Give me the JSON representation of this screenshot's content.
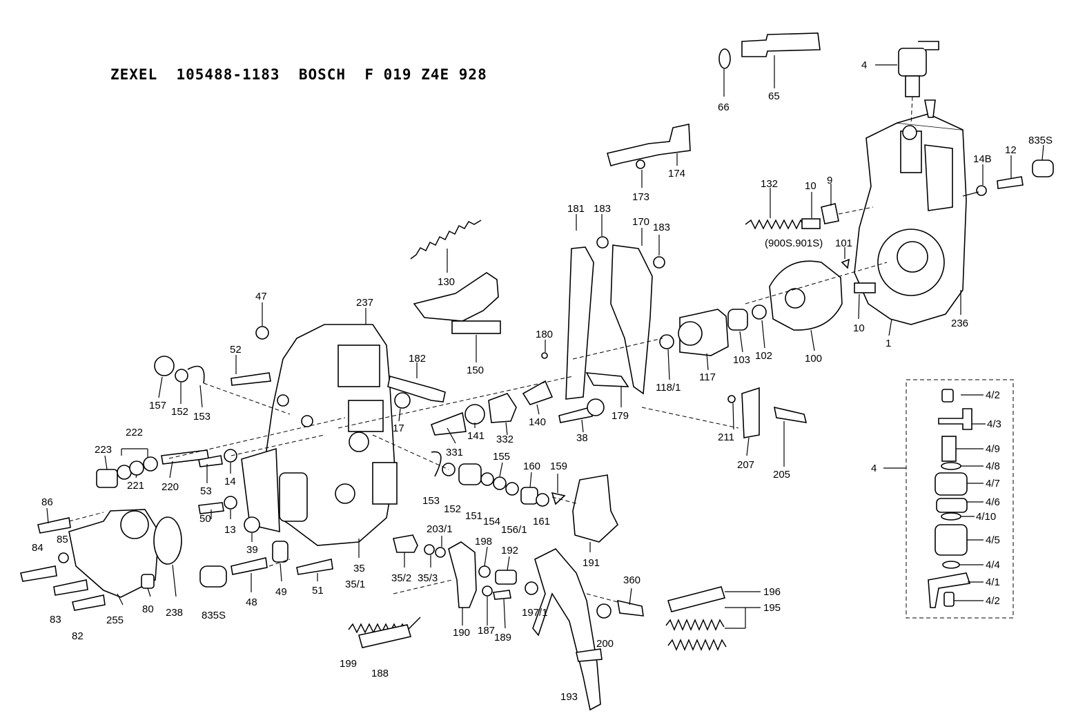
{
  "header": {
    "title": "ZEXEL  105488-1183  BOSCH  F 019 Z4E 928"
  },
  "callouts": {
    "c4": "4",
    "c65": "65",
    "c66": "66",
    "c835a": "835S",
    "c12": "12",
    "c14b": "14B",
    "c174": "174",
    "c173": "173",
    "c132": "132",
    "c10a": "10",
    "c9": "9",
    "c900": "(900S.901S)",
    "c101": "101",
    "c181": "181",
    "c183a": "183",
    "c170": "170",
    "c183b": "183",
    "c130": "130",
    "c150": "150",
    "c180": "180",
    "c179": "179",
    "c47": "47",
    "c237": "237",
    "c52": "52",
    "c182": "182",
    "c157": "157",
    "c152a": "152",
    "c153a": "153",
    "c17": "17",
    "c141": "141",
    "c332": "332",
    "c140": "140",
    "c38": "38",
    "c117": "117",
    "c118": "118/1",
    "c103": "103",
    "c102": "102",
    "c100": "100",
    "c10b": "10",
    "c1": "1",
    "c236": "236",
    "c211": "211",
    "c207": "207",
    "c205": "205",
    "c223": "223",
    "c222": "222",
    "c221": "221",
    "c220": "220",
    "c53": "53",
    "c14": "14",
    "c331": "331",
    "c155": "155",
    "c160": "160",
    "c159": "159",
    "c153b": "153",
    "c152b": "152",
    "c151": "151",
    "c154": "154",
    "c156": "156/1",
    "c161": "161",
    "c191": "191",
    "c86": "86",
    "c85": "85",
    "c84": "84",
    "c83": "83",
    "c82": "82",
    "c255": "255",
    "c80": "80",
    "c238": "238",
    "c50": "50",
    "c13": "13",
    "c39": "39",
    "c835b": "835S",
    "c48": "48",
    "c49": "49",
    "c51": "51",
    "c35": "35",
    "c351": "35/1",
    "c352": "35/2",
    "c353": "35/3",
    "c2031": "203/1",
    "c198": "198",
    "c192": "192",
    "c1971": "197/1",
    "c360": "360",
    "c190": "190",
    "c187": "187",
    "c189": "189",
    "c199": "199",
    "c188": "188",
    "c193": "193",
    "c200": "200",
    "c196": "196",
    "c195": "195"
  },
  "inset": {
    "group_label": "4",
    "labels": [
      "4/2",
      "4/3",
      "4/9",
      "4/8",
      "4/7",
      "4/6",
      "4/10",
      "4/5",
      "4/4",
      "4/1",
      "4/2"
    ]
  }
}
